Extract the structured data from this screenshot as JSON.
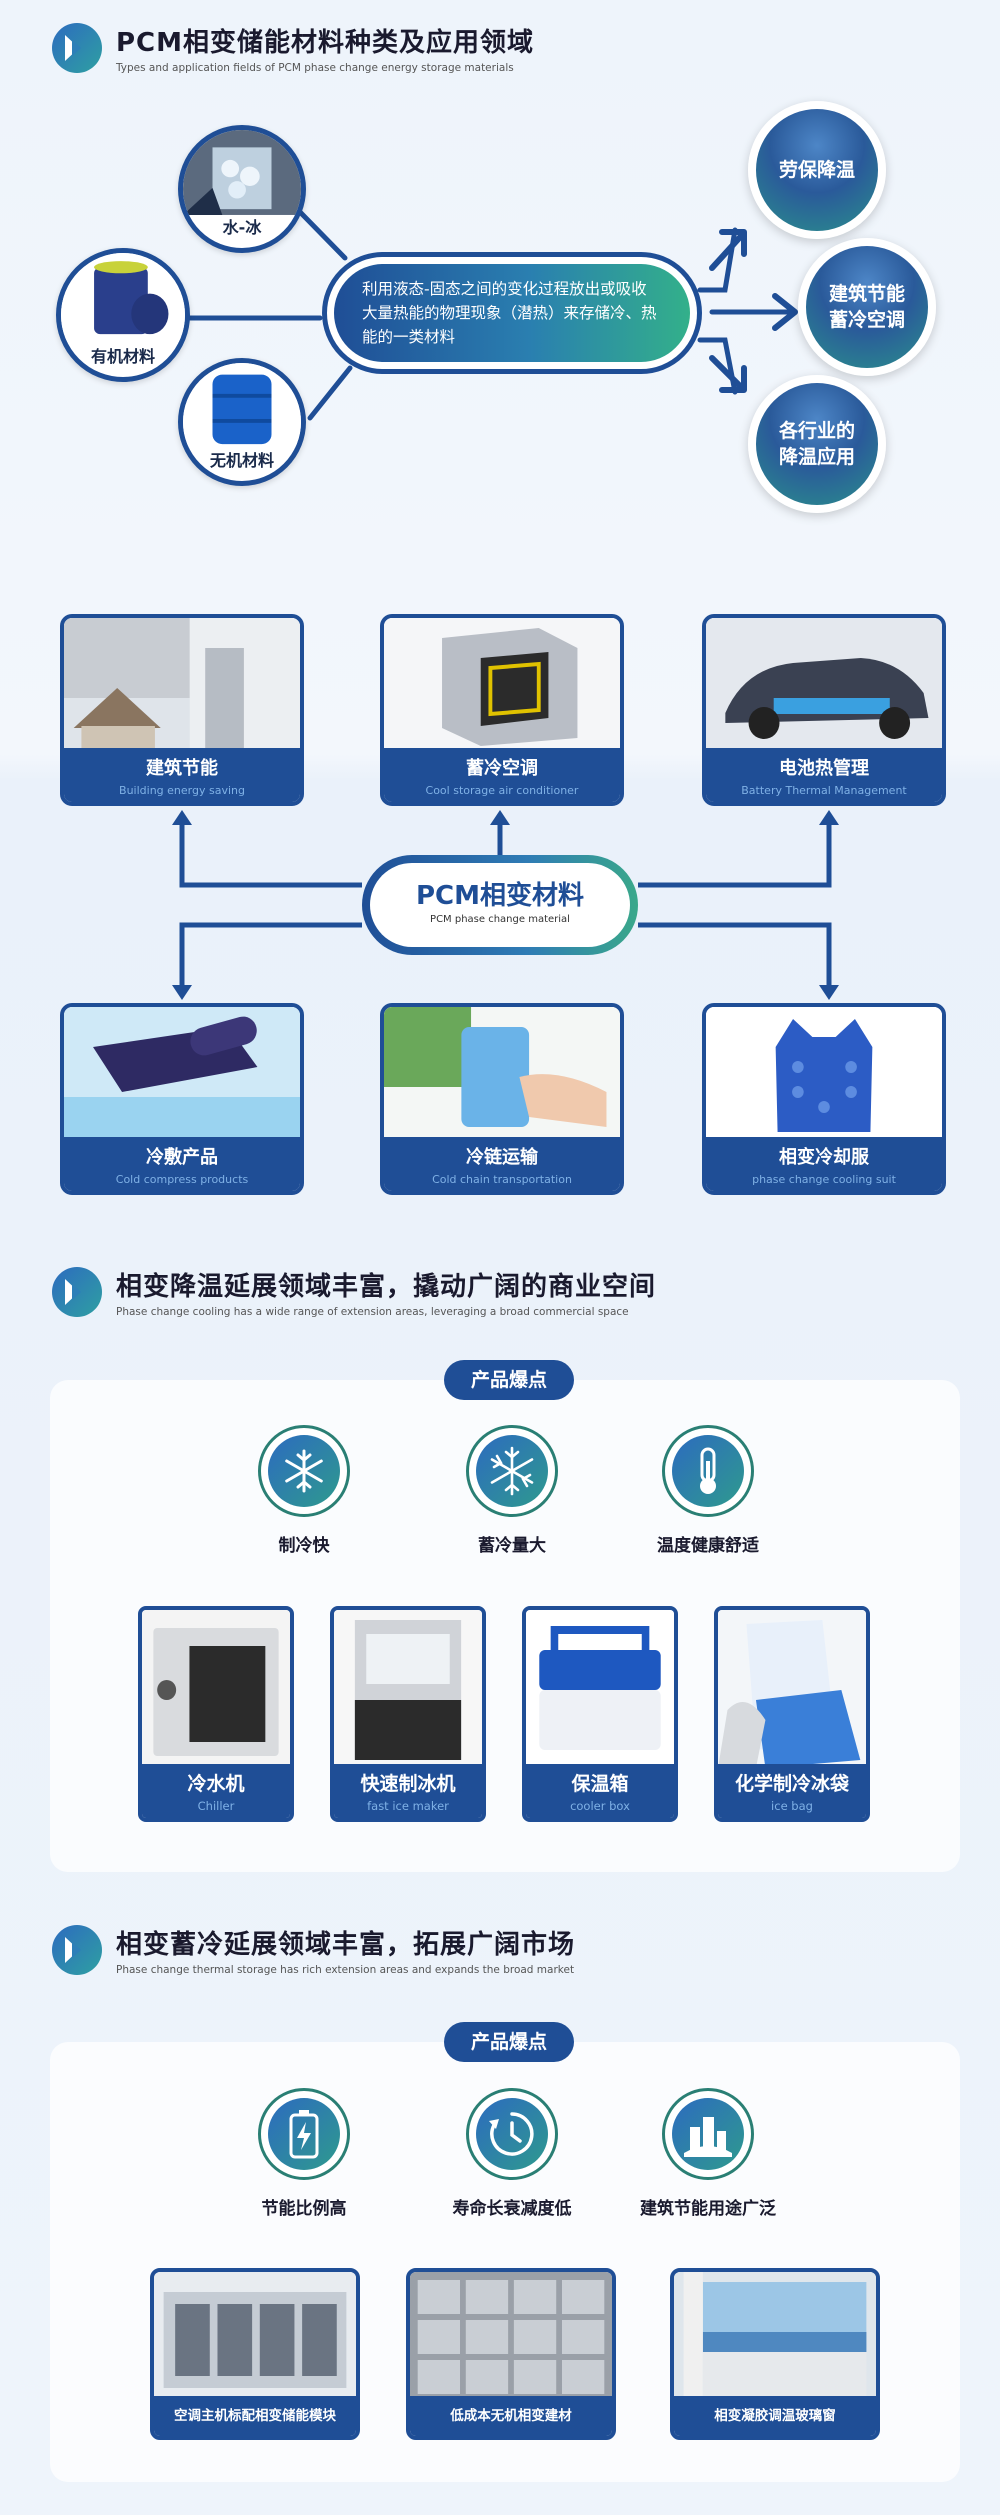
{
  "section1": {
    "title": "PCM相变储能材料种类及应用领域",
    "subtitle": "Types and application fields of PCM phase change energy storage materials"
  },
  "materials": [
    {
      "label": "水-冰"
    },
    {
      "label": "有机材料"
    },
    {
      "label": "无机材料"
    }
  ],
  "center_text": "利用液态-固态之间的变化过程放出或吸收大量热能的物理现象（潜热）来存储冷、热能的一类材料",
  "applications_top": [
    {
      "label": "劳保降温"
    },
    {
      "label": "建筑节能\n蓄冷空调"
    },
    {
      "label": "各行业的\n降温应用"
    }
  ],
  "pcm_center": {
    "title": "PCM相变材料",
    "subtitle": "PCM phase change material"
  },
  "app_cards": [
    {
      "cn": "建筑节能",
      "en": "Building energy saving"
    },
    {
      "cn": "蓄冷空调",
      "en": "Cool storage air conditioner"
    },
    {
      "cn": "电池热管理",
      "en": "Battery Thermal Management"
    },
    {
      "cn": "冷敷产品",
      "en": "Cold compress products"
    },
    {
      "cn": "冷链运输",
      "en": "Cold chain transportation"
    },
    {
      "cn": "相变冷却服",
      "en": "phase change cooling suit"
    }
  ],
  "section2": {
    "title": "相变降温延展领域丰富，撬动广阔的商业空间",
    "subtitle": "Phase change cooling has a wide range of extension areas, leveraging a broad commercial space",
    "badge": "产品爆点",
    "features": [
      {
        "label": "制冷快",
        "icon": "snowflake-icon"
      },
      {
        "label": "蓄冷量大",
        "icon": "snowflake-icon"
      },
      {
        "label": "温度健康舒适",
        "icon": "thermometer-icon"
      }
    ],
    "products": [
      {
        "cn": "冷水机",
        "en": "Chiller"
      },
      {
        "cn": "快速制冰机",
        "en": "fast ice maker"
      },
      {
        "cn": "保温箱",
        "en": "cooler box"
      },
      {
        "cn": "化学制冷冰袋",
        "en": "ice bag"
      }
    ]
  },
  "section3": {
    "title": "相变蓄冷延展领域丰富，拓展广阔市场",
    "subtitle": "Phase change thermal storage has rich extension areas and expands the broad market",
    "badge": "产品爆点",
    "features": [
      {
        "label": "节能比例高",
        "icon": "battery-charge-icon"
      },
      {
        "label": "寿命长衰减度低",
        "icon": "clock-icon"
      },
      {
        "label": "建筑节能用途广泛",
        "icon": "building-icon"
      }
    ],
    "products": [
      {
        "label": "空调主机标配相变储能模块"
      },
      {
        "label": "低成本无机相变建材"
      },
      {
        "label": "相变凝胶调温玻璃窗"
      }
    ]
  },
  "colors": {
    "brand_blue": "#1f4e96",
    "accent_green": "#33b08a"
  }
}
